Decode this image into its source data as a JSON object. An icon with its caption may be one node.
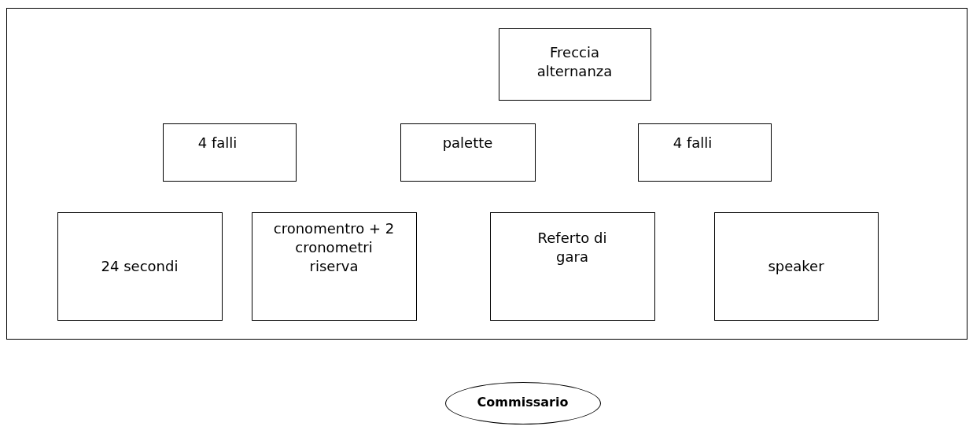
{
  "diagram": {
    "nodes": [
      {
        "text": [],
        "shape": "box"
      },
      {
        "text": [
          "Freccia alternanza"
        ],
        "in": 0
      },
      {
        "text": [
          "4 falli"
        ],
        "in": 0
      },
      {
        "text": [
          "palette"
        ],
        "in": 0
      },
      {
        "text": [
          "4 falli"
        ],
        "in": 0
      },
      {
        "text": [
          "24 secondi"
        ],
        "in": 0
      },
      {
        "text": [
          "cronomentro + 2 cronometri riserva"
        ],
        "in": 0
      },
      {
        "text": [
          "Referto di gara"
        ],
        "in": 0
      },
      {
        "text": [
          "speaker"
        ],
        "in": 0
      },
      {
        "text": [
          "Commissario"
        ]
      }
    ]
  }
}
